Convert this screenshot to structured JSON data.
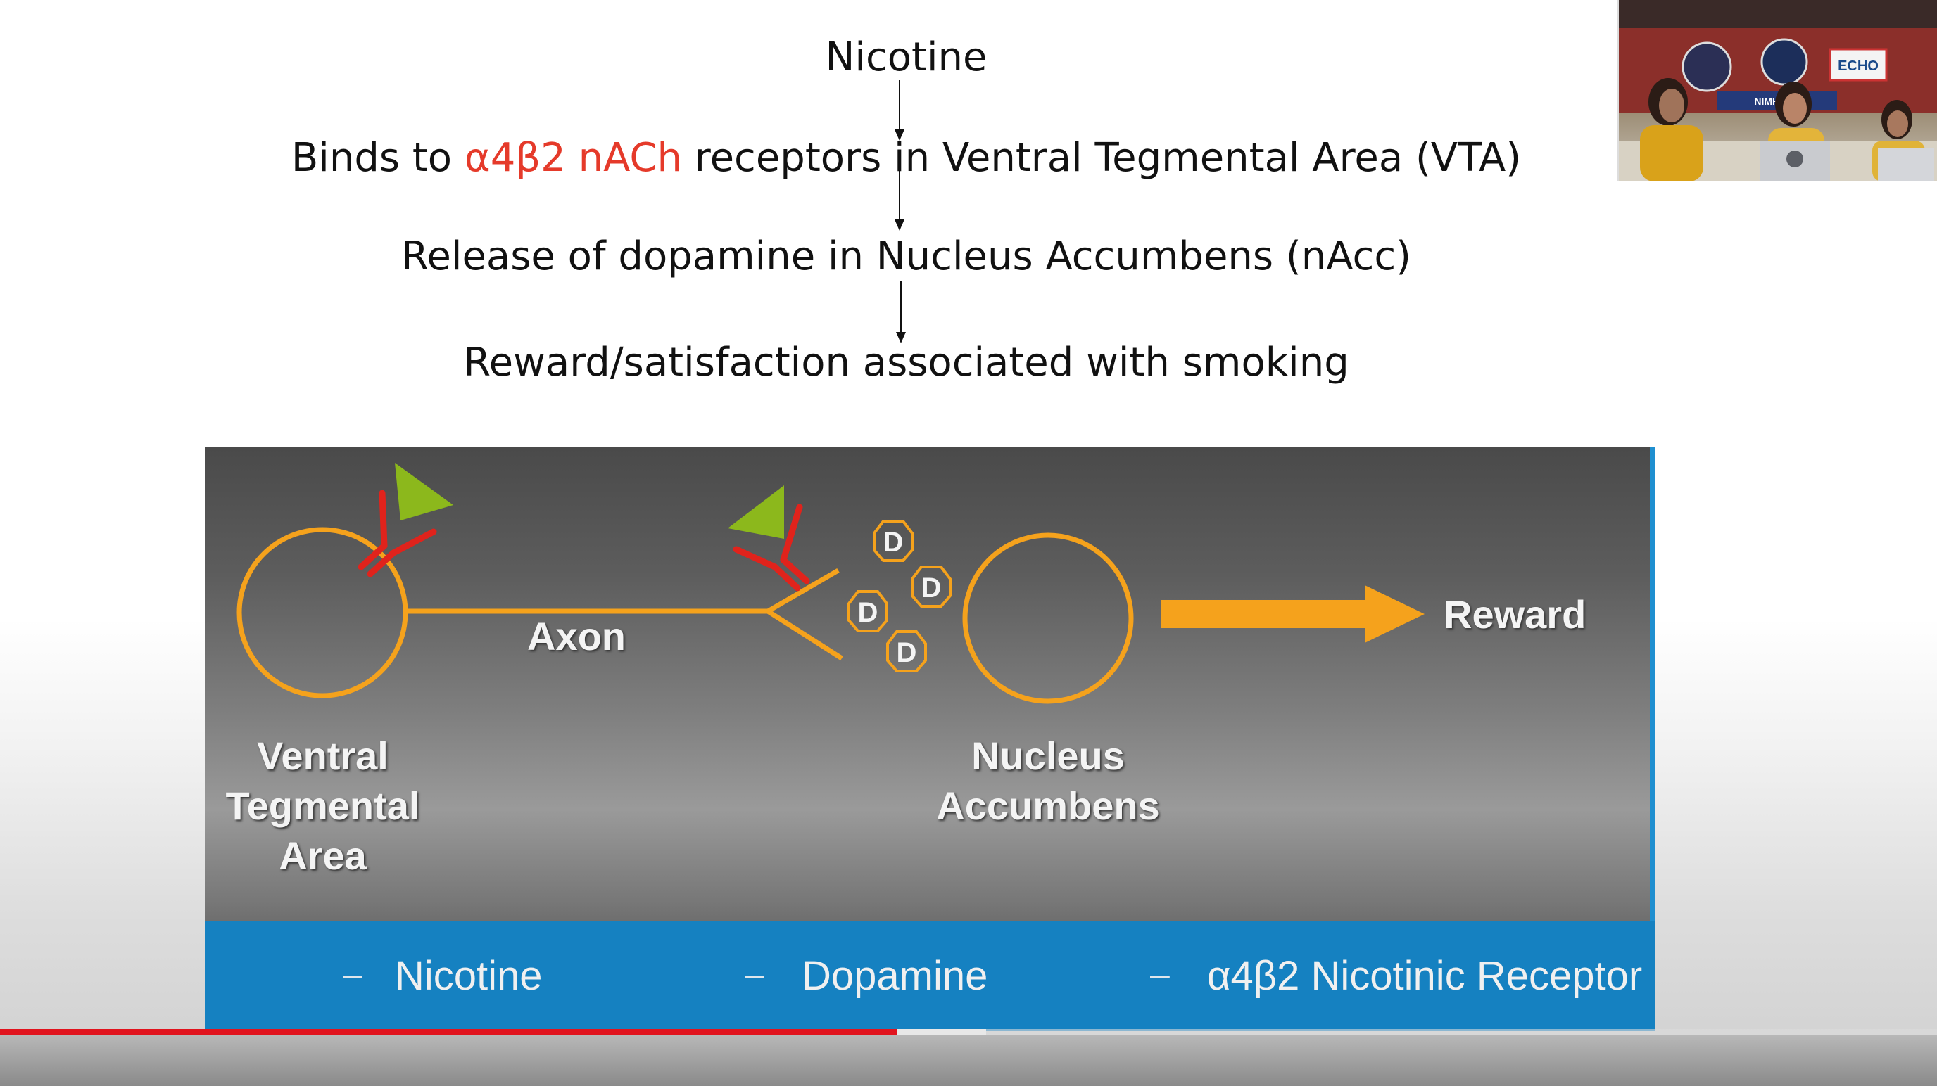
{
  "flow": {
    "step1": "Nicotine",
    "step2_prefix": "Binds to ",
    "step2_highlight": "α4β2 nACh",
    "step2_suffix": " receptors in Ventral Tegmental Area (VTA)",
    "step3": "Release of dopamine in Nucleus Accumbens (nAcc)",
    "step4": "Reward/satisfaction associated with smoking"
  },
  "figure": {
    "vta_label": "Ventral\nTegmental\nArea",
    "axon_label": "Axon",
    "nacc_label": "Nucleus\nAccumbens",
    "reward_label": "Reward",
    "dopamine_symbol": "D"
  },
  "legend": {
    "dash": "–",
    "nicotine": "Nicotine",
    "dopamine": "Dopamine",
    "receptor": "α4β2 Nicotinic Receptor"
  },
  "video": {
    "progress_fraction": 0.463,
    "buffered_fraction": 0.509
  },
  "colors": {
    "highlight": "#e53a2a",
    "neuron": "#f5a21c",
    "receptor": "#e0231c",
    "nicotine": "#8cb81c",
    "legend_bg": "#1581c1",
    "progress": "#e1141e"
  },
  "webcam": {
    "banner": "NIMHANS",
    "echo_logo": "ECHO"
  }
}
